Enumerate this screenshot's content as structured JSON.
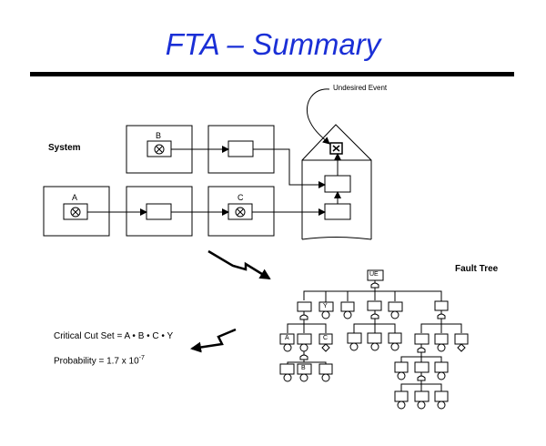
{
  "slide": {
    "title": "FTA – Summary",
    "system_label": "System",
    "fault_tree_label": "Fault Tree",
    "undesired_event_label": "Undesired Event",
    "critical_cut_set": "Critical Cut Set = A • B • C • Y",
    "probability_prefix": "Probability = 1.7 x 10",
    "probability_exponent": "-7"
  },
  "system_diagram": {
    "component_labels": {
      "a": "A",
      "b": "B",
      "c": "C"
    }
  },
  "fault_tree": {
    "top_event": "UE",
    "event_labels": {
      "y": "Y",
      "a": "A",
      "c": "C",
      "b": "B"
    }
  }
}
